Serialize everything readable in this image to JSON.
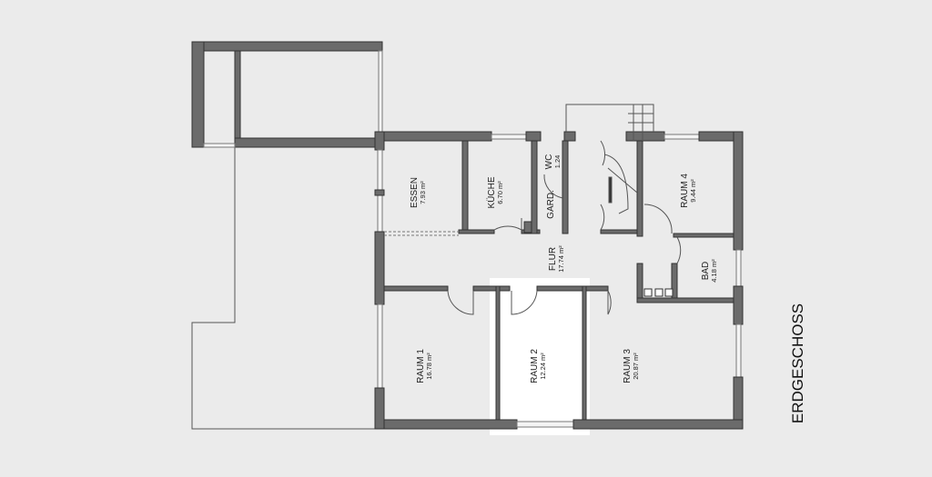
{
  "plan": {
    "title": "ERDGESCHOSS",
    "rooms": [
      {
        "name": "ESSEN",
        "area": "7.93 m²"
      },
      {
        "name": "KÜCHE",
        "area": "6.70 m²"
      },
      {
        "name": "WC",
        "area": "1.24"
      },
      {
        "name": "GARD.",
        "area": ""
      },
      {
        "name": "RAUM 4",
        "area": "9.44 m²"
      },
      {
        "name": "FLUR",
        "area": "17.74 m²"
      },
      {
        "name": "BAD",
        "area": "4.18 m²"
      },
      {
        "name": "RAUM 1",
        "area": "16.78 m²"
      },
      {
        "name": "RAUM 2",
        "area": "12.24 m²"
      },
      {
        "name": "RAUM 3",
        "area": "20.87 m²"
      }
    ],
    "colors": {
      "background": "#ebebeb",
      "wall": "#6b6b6b",
      "highlight": "#ffffff"
    }
  }
}
